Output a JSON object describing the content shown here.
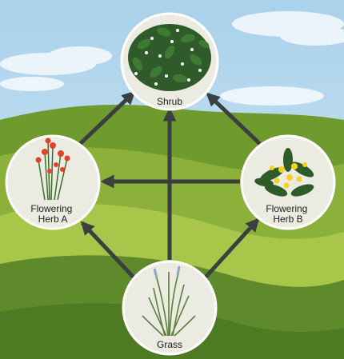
{
  "diagram": {
    "nodes": {
      "shrub": {
        "label_lines": [
          "Shrub"
        ]
      },
      "herb_a": {
        "label_lines": [
          "Flowering",
          "Herb A"
        ]
      },
      "herb_b": {
        "label_lines": [
          "Flowering",
          "Herb B"
        ]
      },
      "grass": {
        "label_lines": [
          "Grass"
        ]
      }
    },
    "edges": [
      {
        "from": "Grass",
        "to": "Shrub"
      },
      {
        "from": "Grass",
        "to": "Flowering Herb A"
      },
      {
        "from": "Grass",
        "to": "Flowering Herb B"
      },
      {
        "from": "Flowering Herb A",
        "to": "Shrub"
      },
      {
        "from": "Flowering Herb B",
        "to": "Shrub"
      },
      {
        "from": "Flowering Herb B",
        "to": "Flowering Herb A"
      }
    ],
    "colors": {
      "sky_top": "#a9d1ea",
      "sky_bottom": "#d8ecf7",
      "hill_far": "#6f9a2e",
      "hill_mid": "#8bb13a",
      "hill_near": "#a7c64a",
      "ground": "#5f8a2c",
      "node_fill": "#ecebe2",
      "node_stroke": "#ffffff",
      "arrow": "#3a3f3f",
      "leaf_dark": "#2f5a2a",
      "flower_red": "#e4412b",
      "flower_yellow": "#f2d21c"
    }
  }
}
